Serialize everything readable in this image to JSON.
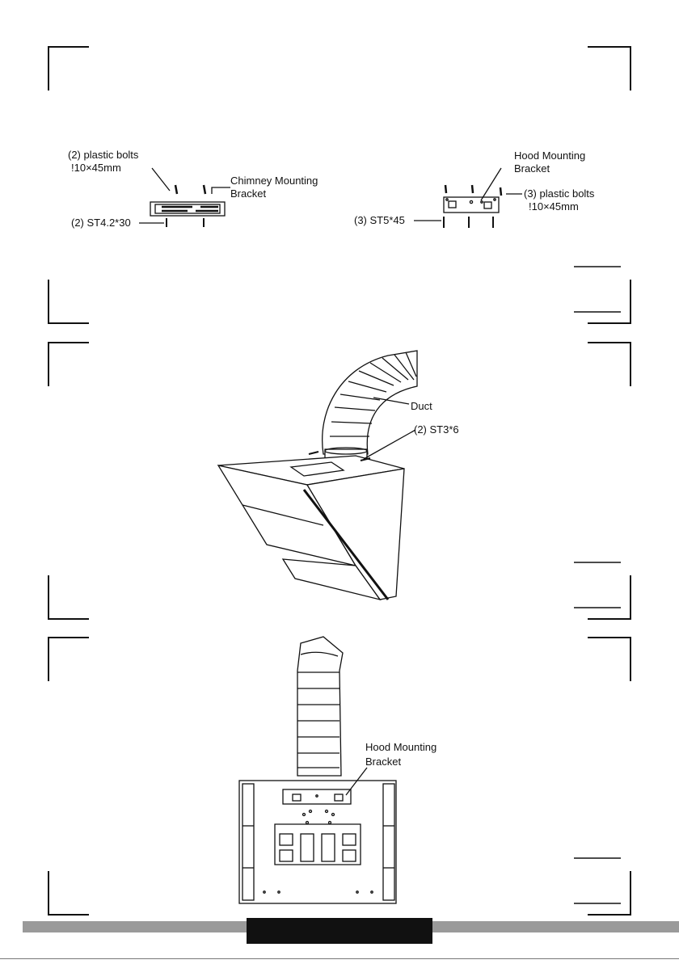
{
  "panel1": {
    "chimney": {
      "bolts_label": "(2) plastic  bolts",
      "bolts_size": "!10×45mm",
      "bracket_label_1": "Chimney Mounting",
      "bracket_label_2": "Bracket",
      "screws_label": "(2) ST4.2*30"
    },
    "hood": {
      "bracket_label_1": "Hood Mounting",
      "bracket_label_2": "Bracket",
      "bolts_label": "(3) plastic  bolts",
      "bolts_size": "!10×45mm",
      "screws_label": "(3) ST5*45"
    }
  },
  "panel2": {
    "duct_label": "Duct",
    "screws_label": "(2) ST3*6"
  },
  "panel3": {
    "bracket_label_1": "Hood Mounting",
    "bracket_label_2": "Bracket"
  }
}
